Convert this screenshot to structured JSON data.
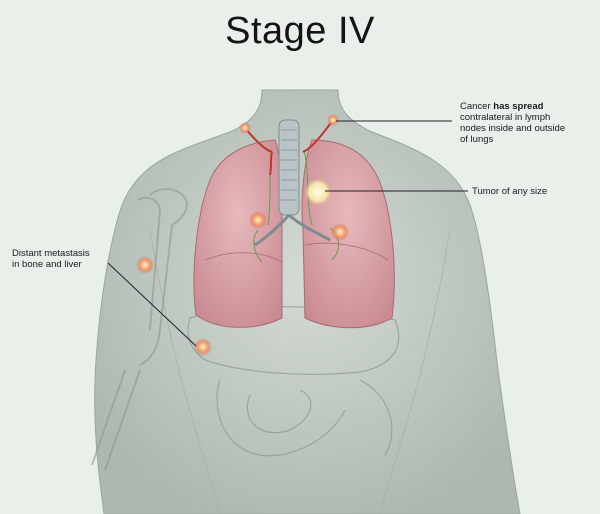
{
  "title": "Stage IV",
  "annotations": {
    "lymph": {
      "line1_pre": "Cancer ",
      "line1_bold": "has spread",
      "line2": "contralateral in lymph",
      "line3": "nodes inside and outside",
      "line4": "of lungs"
    },
    "tumor": {
      "text": "Tumor of any size"
    },
    "metastasis": {
      "line1": "Distant metastasis",
      "line2": "in bone and liver"
    }
  },
  "colors": {
    "background": "#e9efe9",
    "skin": "#c9d2cb",
    "lung": "#dba3a8",
    "lesion": "#d84a3a",
    "node_line": "#c0362f",
    "leader": "#222222"
  }
}
